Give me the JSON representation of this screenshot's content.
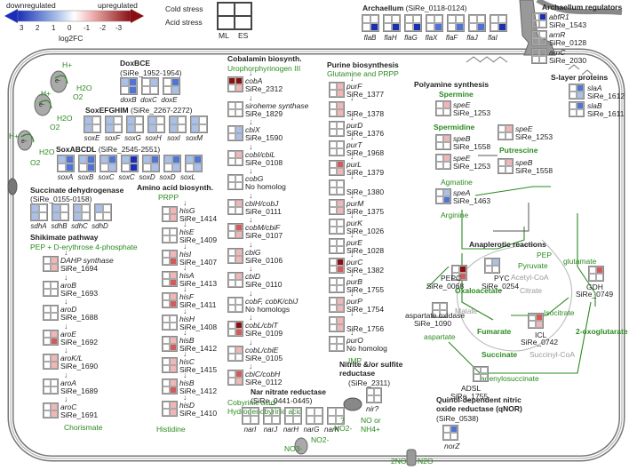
{
  "legend": {
    "downregulated": "downregulated",
    "upregulated": "upregulated",
    "ticks": [
      "3",
      "2",
      "1",
      "0",
      "-1",
      "-2",
      "-3"
    ],
    "axis_label": "log2FC",
    "cold": "Cold stress",
    "acid": "Acid stress",
    "ml": "ML",
    "es": "ES",
    "colors": [
      "#1a2fb8",
      "#4f74d6",
      "#a9c1ea",
      "#ffffff",
      "#f2b6b6",
      "#d45b5b",
      "#8b0f12"
    ]
  },
  "archaellum": {
    "title": "Archaellum",
    "ids": "(SiRe_0118-0124)",
    "genes": [
      "flaB",
      "flaH",
      "flaG",
      "flaX",
      "flaF",
      "flaJ",
      "flaI"
    ]
  },
  "archaellum_regulators": {
    "title": "Archaellum regulators",
    "items": [
      {
        "gene": "abfR1",
        "id": "SiRe_1543"
      },
      {
        "gene": "arnR",
        "id": "SiRe_0128"
      },
      {
        "gene": "arnC",
        "id": "SiRe_2030"
      }
    ]
  },
  "slayer": {
    "title": "S-layer proteins",
    "items": [
      {
        "gene": "slaA",
        "id": "SiRe_1612"
      },
      {
        "gene": "slaB",
        "id": "SiRe_1611"
      }
    ]
  },
  "doxbce": {
    "title": "DoxBCE",
    "ids": "(SiRe_1952-1954)",
    "genes": [
      "doxB",
      "doxC",
      "doxE"
    ]
  },
  "soxefghim": {
    "title": "SoxEFGHIM",
    "ids": "(SiRe_2267-2272)",
    "genes": [
      "soxE",
      "soxF",
      "soxG",
      "soxH",
      "soxI",
      "soxM"
    ]
  },
  "soxabcdl": {
    "title": "SoxABCDL",
    "ids": "(SiRe_2545-2551)",
    "genes": [
      "soxA",
      "soxB",
      "soxC",
      "soxC",
      "soxD",
      "soxD",
      "soxL"
    ]
  },
  "membrane": {
    "hplus": "H+",
    "e": "e-",
    "o2": "O2",
    "h2o": "H2O"
  },
  "sdh": {
    "title": "Succinate dehydrogenase",
    "ids": "(SiRe_0155-0158)",
    "genes": [
      "sdhA",
      "sdhB",
      "sdhC",
      "sdhD"
    ]
  },
  "shikimate": {
    "title": "Shikimate pathway",
    "start": "PEP + D-erythrose 4-phosphate",
    "steps": [
      {
        "gene": "DAHP synthase",
        "id": "SiRe_1694"
      },
      {
        "gene": "aroB",
        "id": "SiRe_1693"
      },
      {
        "gene": "aroD",
        "id": "SiRe_1688"
      },
      {
        "gene": "aroE",
        "id": "SiRe_1692"
      },
      {
        "gene": "aroK/L",
        "id": "SiRe_1690"
      },
      {
        "gene": "aroA",
        "id": "SiRe_1689"
      },
      {
        "gene": "aroC",
        "id": "SiRe_1691"
      }
    ],
    "end": "Chorismate"
  },
  "aminoacid": {
    "title": "Amino acid biosynth.",
    "start": "PRPP",
    "steps": [
      {
        "gene": "hisG",
        "id": "SiRe_1414"
      },
      {
        "gene": "hisE",
        "id": "SiRe_1409"
      },
      {
        "gene": "hisI",
        "id": "SiRe_1407"
      },
      {
        "gene": "hisA",
        "id": "SiRe_1413"
      },
      {
        "gene": "hisF",
        "id": "SiRe_1411"
      },
      {
        "gene": "hisH",
        "id": "SiRe_1408"
      },
      {
        "gene": "hisB",
        "id": "SiRe_1412"
      },
      {
        "gene": "hisC",
        "id": "SiRe_1415"
      },
      {
        "gene": "hisB",
        "id": "SiRe_1412"
      },
      {
        "gene": "hisD",
        "id": "SiRe_1410"
      }
    ],
    "end": "Histidine"
  },
  "cobalamin": {
    "title": "Cobalamin biosynth.",
    "start": "Urophorphyrinogen III",
    "steps": [
      {
        "gene": "cobA",
        "id": "SiRe_2312"
      },
      {
        "gene": "siroheme synthase",
        "id": "SiRe_1829"
      },
      {
        "gene": "cbiX",
        "id": "SiRe_1590"
      },
      {
        "gene": "cobI/cbiL",
        "id": "SiRe_0108"
      },
      {
        "gene": "cobG",
        "id": "No homolog"
      },
      {
        "gene": "cbiH/cobJ",
        "id": "SiRe_0111"
      },
      {
        "gene": "cobM/cbiF",
        "id": "SiRe_0107"
      },
      {
        "gene": "cbiG",
        "id": "SiRe_0106"
      },
      {
        "gene": "cbiD",
        "id": "SiRe_0110"
      },
      {
        "gene": "cobF, cobK/cbiJ",
        "id": "No homologs"
      },
      {
        "gene": "cobL/cbiT",
        "id": "SiRe_0109"
      },
      {
        "gene": "cobL/cbiE",
        "id": "SiRe_0105"
      },
      {
        "gene": "cbiC/cobH",
        "id": "SiRe_0112"
      }
    ],
    "end": "Cobyrinic acid/ Hydrogenobyrinic acid"
  },
  "purine": {
    "title": "Purine biosynthesis",
    "start": "Glutamine and PRPP",
    "steps": [
      {
        "gene": "purF",
        "id": "SiRe_1377"
      },
      {
        "gene": "",
        "id": "SiRe_1378"
      },
      {
        "gene": "purD",
        "id": "SiRe_1376"
      },
      {
        "gene": "purT",
        "id": "SiRe_1968"
      },
      {
        "gene": "purL",
        "id": "SiRe_1379"
      },
      {
        "gene": "",
        "id": "SiRe_1380"
      },
      {
        "gene": "purM",
        "id": "SiRe_1375"
      },
      {
        "gene": "purK",
        "id": "SiRe_1026"
      },
      {
        "gene": "purE",
        "id": "SiRe_1028"
      },
      {
        "gene": "purC",
        "id": "SiRe_1382"
      },
      {
        "gene": "purB",
        "id": "SiRe_1755"
      },
      {
        "gene": "purP",
        "id": "SiRe_1754"
      },
      {
        "gene": "",
        "id": "SiRe_1756"
      },
      {
        "gene": "purO",
        "id": "No homolog"
      }
    ],
    "end": "IMP"
  },
  "polyamine": {
    "title": "Polyamine synthesis",
    "spermine": "Spermine",
    "spermidine": "Spermidine",
    "putrescine": "Putrescine",
    "agmatine": "Agmatine",
    "arginine": "Arginine",
    "speE1": {
      "gene": "speE",
      "id": "SiRe_1253"
    },
    "speB1": {
      "gene": "speB",
      "id": "SiRe_1558"
    },
    "speE2": {
      "gene": "speE",
      "id": "SiRe_1253"
    },
    "speE3": {
      "gene": "speE",
      "id": "SiRe_1253"
    },
    "speB2": {
      "gene": "speB",
      "id": "SiRe_1558"
    },
    "speA": {
      "gene": "speA",
      "id": "SiRe_1463"
    }
  },
  "anaplerotic": {
    "title": "Anaplerotic reactions",
    "pep": "PEP",
    "pyruvate": "Pyruvate",
    "acetylcoa": "Acetyl-CoA",
    "citrate": "Citrate",
    "malate": "Malate",
    "isocitrate": "Isocitrate",
    "oxaloacetate": "Oxaloacetate",
    "fumarate": "Fumarate",
    "oxoglutarate": "2-oxoglutarate",
    "succinate": "Succinate",
    "succinylcoa": "Succinyl-CoA",
    "aspartate": "aspartate",
    "adenylosuccinate": "adenylosuccinate",
    "glutamate": "glutamate",
    "pepc": {
      "gene": "PEPC",
      "id": "SiRe_0068"
    },
    "pyc": {
      "gene": "PYC",
      "id": "SiRe_0254"
    },
    "aspox": {
      "gene": "aspartate oxidase",
      "id": "SiRe_1090"
    },
    "icl": {
      "gene": "ICL",
      "id": "SiRe_0742"
    },
    "adsl": {
      "gene": "ADSL",
      "id": "SiRe_1755"
    },
    "gdh": {
      "gene": "GDH",
      "id": "SiRe_0749"
    }
  },
  "nar": {
    "title": "Nar nitrate reductase",
    "ids": "(SiRe_0441-0445)",
    "genes": [
      "narI",
      "narJ",
      "narH",
      "narG",
      "narK"
    ],
    "no3": "NO3-",
    "no2": "NO2-"
  },
  "nitrite": {
    "title": "Nitrite &/or sulfite reductase",
    "id": "(SiRe_2311)",
    "gene": "nir?",
    "no2": "NO2-",
    "q": "?",
    "product": "NO or NH4+"
  },
  "qnor": {
    "title": "Quinol-dependent nitric oxide reductase (qNOR)",
    "id": "(SiRe_0538)",
    "gene": "norZ",
    "no": "2NO",
    "n2o": "N2O"
  }
}
